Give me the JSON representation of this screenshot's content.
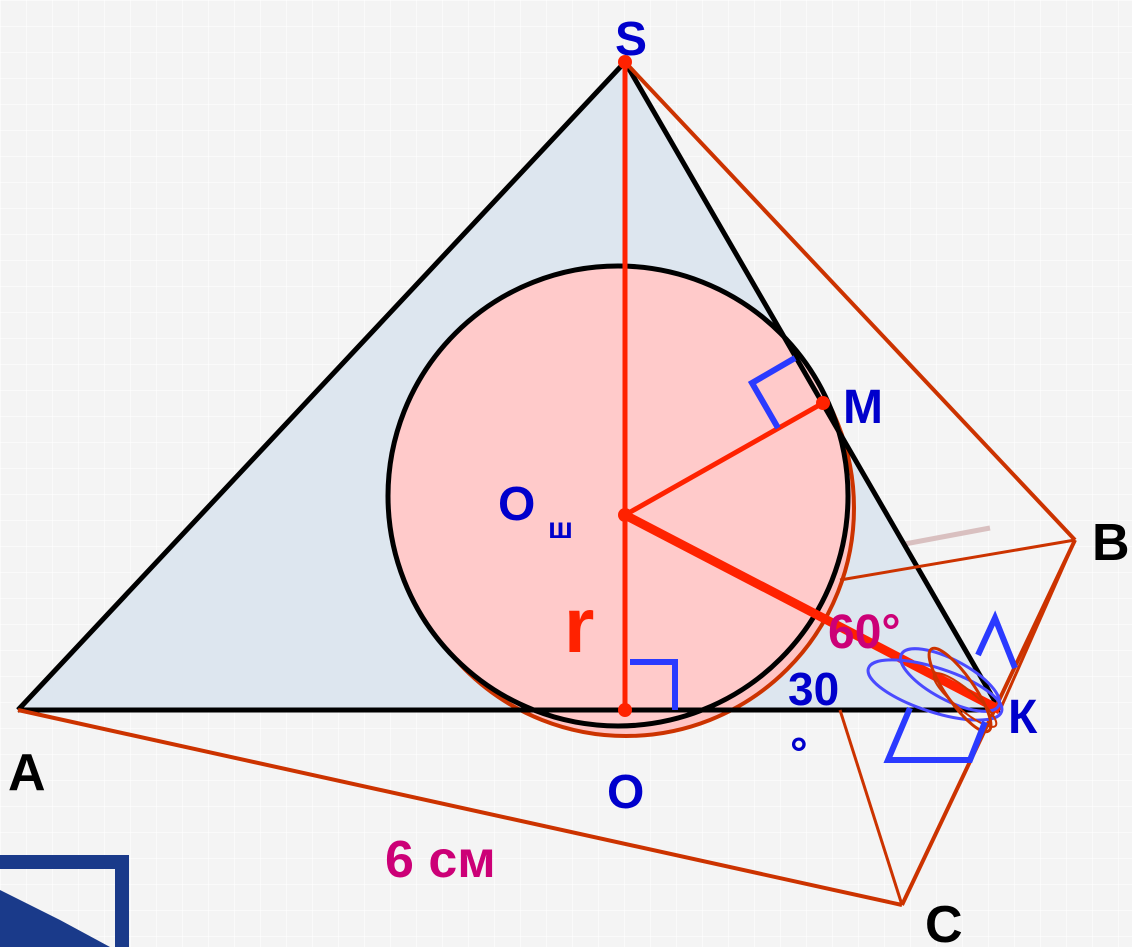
{
  "labels": {
    "S": "S",
    "M": "M",
    "B": "B",
    "A": "A",
    "O": "O",
    "K": "К",
    "C": "C",
    "O_sh_base": "O",
    "O_sh_sub": "ш",
    "r": "r",
    "angle60": "60°",
    "angle30_num": "30",
    "angle30_deg": "°",
    "side": "6 см"
  },
  "colors": {
    "black": "#000000",
    "red": "#ff2200",
    "brown": "#cc3300",
    "blue": "#0000cc",
    "magenta": "#cc0077",
    "triangle_fill": "#dde6ef",
    "sphere_fill": "#ffcaca",
    "nav_blue": "#1a3a8a"
  }
}
